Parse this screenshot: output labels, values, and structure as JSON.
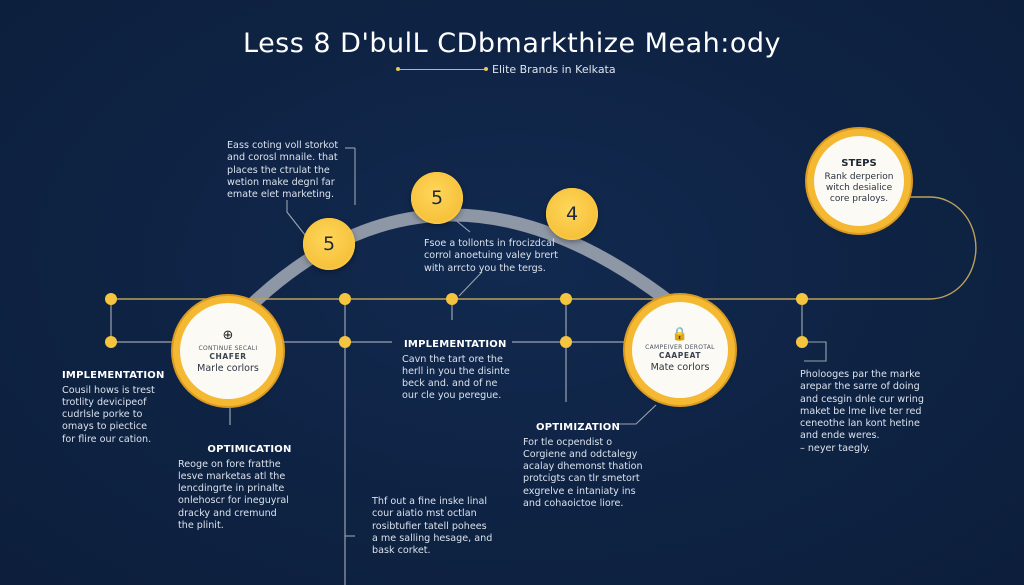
{
  "header": {
    "title": "Less 8 D'bulL CDbmarkthize Meah:ody",
    "subtitle": "Elite Brands in Kelkata"
  },
  "colors": {
    "background": "#0e2242",
    "accent_gold": "#f6c13b",
    "arc_gray": "#8e97a6",
    "line_gold": "#c9a64a",
    "text_light": "#dbe2ec"
  },
  "arc_nodes": [
    {
      "label": "5"
    },
    {
      "label": "5"
    },
    {
      "label": "4"
    }
  ],
  "hubs": [
    {
      "icon": "globe-icon",
      "icon_glyph": "⊕",
      "small": "CONTINUE SECALI",
      "caption": "CHAFER",
      "main": "Marle corlors"
    },
    {
      "icon": "lock-icon",
      "icon_glyph": "🔒",
      "small": "CAMPEIVER DEROTAL",
      "caption": "CAAPEAT",
      "main": "Mate corlors"
    }
  ],
  "steps_card": {
    "heading": "STEPS",
    "body": "Rank derperion\nwitch desialice\ncore praloys."
  },
  "notes": {
    "top_left": "Eass coting voll storkot\nand corosl mnaile. that\nplaces the ctrulat the\nwetion make degnl far\nemate elet marketing.",
    "center_arc": "Fsoe a tollonts in frocizdcal\ncorrol anoetuing valey brert\nwith arrcto you the tergs.",
    "left_impl": {
      "heading": "IMPLEMENTATION",
      "body": "Cousil hows is trest\ntrotlity devicipeof\ncudrlsle porke to\nomays to piectice\nfor flire our cation."
    },
    "left_opt": {
      "heading": "OPTIMICATION",
      "body": "Reoge on fore fratthe\nlesve marketas atl the\nlencdingrte in prinalte\nonlehoscr for ineguyral\ndracky and cremund\nthe plinit."
    },
    "center_impl": {
      "heading": "IMPLEMENTATION",
      "body": "Cavn the tart ore the\nherll in you the disinte\nbeck and. and of ne\nour cle you peregue."
    },
    "center_opt": {
      "heading": "OPTIMIZATION",
      "body": "For tle ocpendist o\nCorgiene and odctalegy\nacalay dhemonst thation\nprotcigts can tlr smetort\nexgrelve e intaniaty ins\nand cohaoictoe liore."
    },
    "bottom_center": "Thf out a fine inske linal\ncour aiatio mst octlan\nrosibtufier tatell pohees\na me salling hesage, and\nbask corket.",
    "right": "Pholooges par the marke\narepar the sarre of doing\nand cesgin dnle cur wring\nmaket be lme live ter red\nceneothe lan kont hetine\nand ende weres.\n– neyer taegly."
  }
}
